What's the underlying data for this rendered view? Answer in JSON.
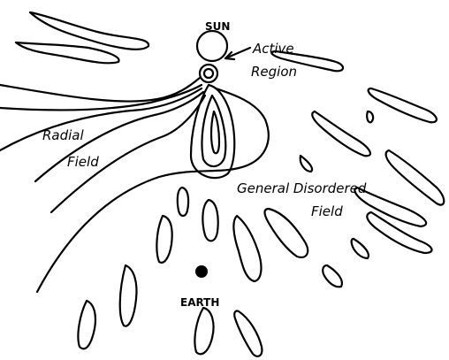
{
  "labels": {
    "sun": "SUN",
    "active_region_line1": "Active",
    "active_region_line2": "Region",
    "radial_field_line1": "Radial",
    "radial_field_line2": "Field",
    "general_field_line1": "General Disordered",
    "general_field_line2": "Field",
    "earth": "EARTH"
  },
  "colors": {
    "ink": "#000000",
    "background": "#ffffff"
  }
}
